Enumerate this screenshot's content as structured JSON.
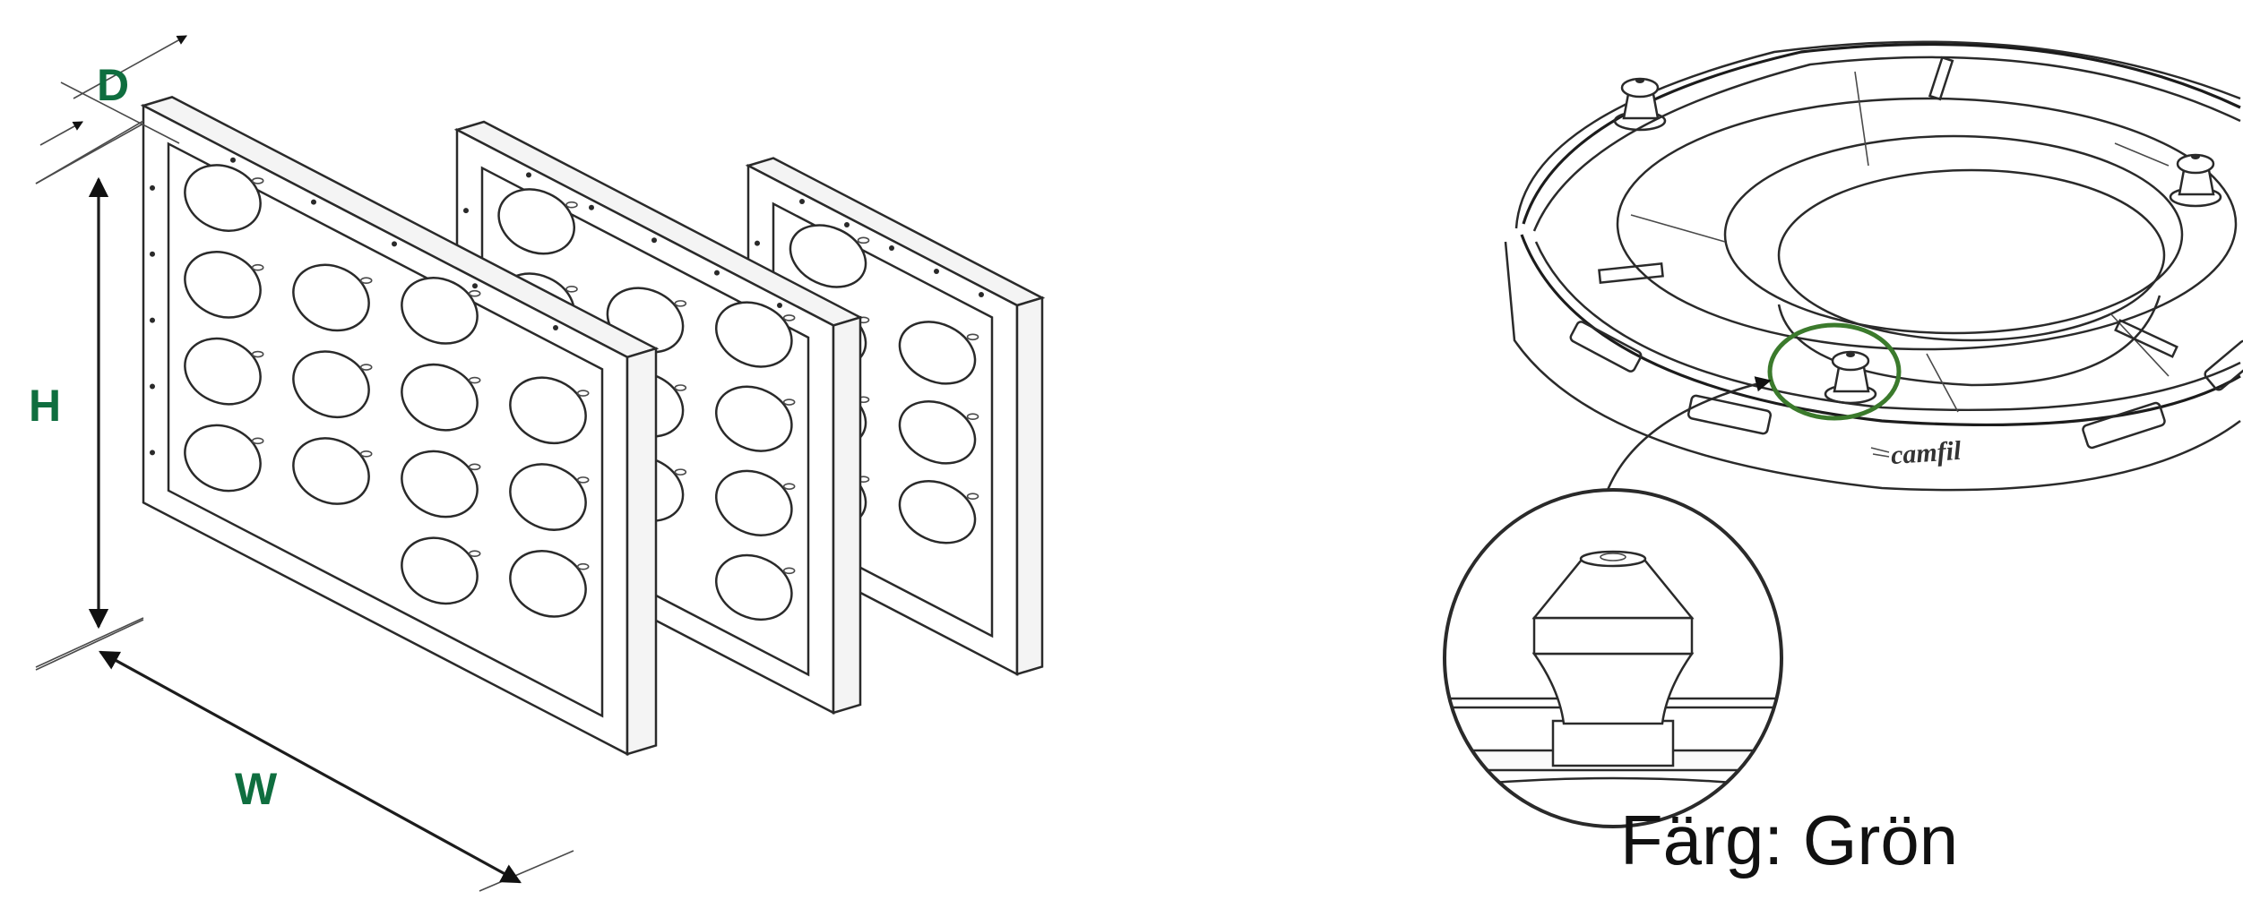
{
  "colors": {
    "label_green": "#0f6e3f",
    "ring_green": "#3b7a2c",
    "line": "#2a2a2a"
  },
  "left_figure": {
    "dimension_labels": {
      "depth": "D",
      "height": "H",
      "width": "W"
    }
  },
  "right_figure": {
    "brand_mark": "camfil",
    "caption": "Färg: Grön"
  }
}
